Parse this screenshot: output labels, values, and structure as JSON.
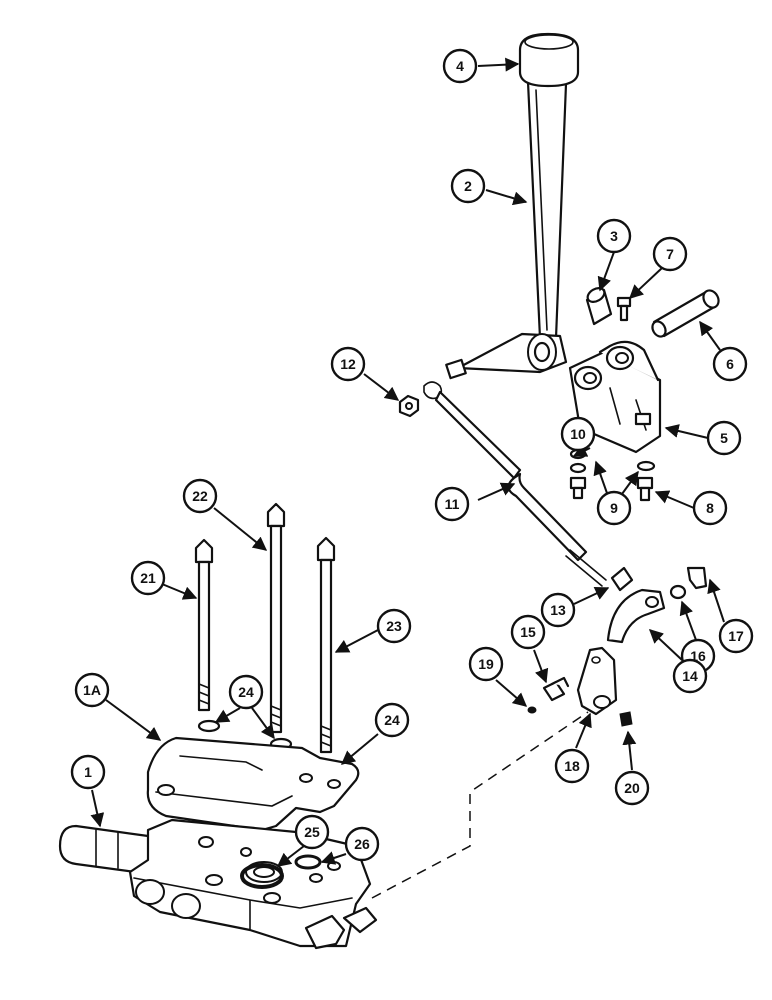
{
  "colors": {
    "ink": "#111111",
    "paper": "#ffffff"
  },
  "callouts": [
    {
      "id": "c4",
      "label": "4"
    },
    {
      "id": "c2",
      "label": "2"
    },
    {
      "id": "c3",
      "label": "3"
    },
    {
      "id": "c7",
      "label": "7"
    },
    {
      "id": "c6",
      "label": "6"
    },
    {
      "id": "c12",
      "label": "12"
    },
    {
      "id": "c5",
      "label": "5"
    },
    {
      "id": "c10",
      "label": "10"
    },
    {
      "id": "c9",
      "label": "9"
    },
    {
      "id": "c8",
      "label": "8"
    },
    {
      "id": "c11",
      "label": "11"
    },
    {
      "id": "c22",
      "label": "22"
    },
    {
      "id": "c21",
      "label": "21"
    },
    {
      "id": "c23",
      "label": "23"
    },
    {
      "id": "c13",
      "label": "13"
    },
    {
      "id": "c17",
      "label": "17"
    },
    {
      "id": "c15",
      "label": "15"
    },
    {
      "id": "c16",
      "label": "16"
    },
    {
      "id": "c14",
      "label": "14"
    },
    {
      "id": "c19",
      "label": "19"
    },
    {
      "id": "c1a",
      "label": "1A"
    },
    {
      "id": "c24a",
      "label": "24"
    },
    {
      "id": "c24b",
      "label": "24"
    },
    {
      "id": "c18",
      "label": "18"
    },
    {
      "id": "c20",
      "label": "20"
    },
    {
      "id": "c1",
      "label": "1"
    },
    {
      "id": "c25",
      "label": "25"
    },
    {
      "id": "c26",
      "label": "26"
    }
  ]
}
